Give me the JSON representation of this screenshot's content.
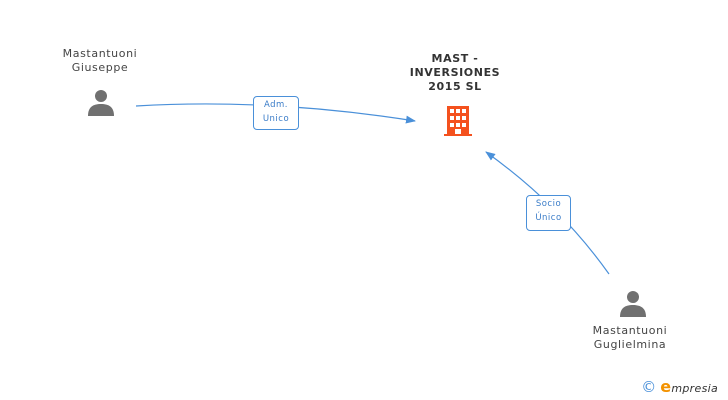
{
  "company": {
    "name_line1": "MAST -",
    "name_line2": "INVERSIONES",
    "name_line3": "2015  SL",
    "icon": "building-icon",
    "color": "#f4511e"
  },
  "persons": [
    {
      "name_line1": "Mastantuoni",
      "name_line2": "Giuseppe",
      "icon": "person-icon"
    },
    {
      "name_line1": "Mastantuoni",
      "name_line2": "Guglielmina",
      "icon": "person-icon"
    }
  ],
  "relations": [
    {
      "from": "Mastantuoni Giuseppe",
      "to": "MAST - INVERSIONES 2015 SL",
      "label_line1": "Adm.",
      "label_line2": "Unico"
    },
    {
      "from": "Mastantuoni Guglielmina",
      "to": "MAST - INVERSIONES 2015 SL",
      "label_line1": "Socio",
      "label_line2": "Único"
    }
  ],
  "colors": {
    "edge": "#4a90d9",
    "person": "#707070",
    "brand_accent": "#f39200"
  },
  "footer": {
    "copyright_symbol": "©",
    "brand_initial": "e",
    "brand_rest": "mpresia"
  }
}
